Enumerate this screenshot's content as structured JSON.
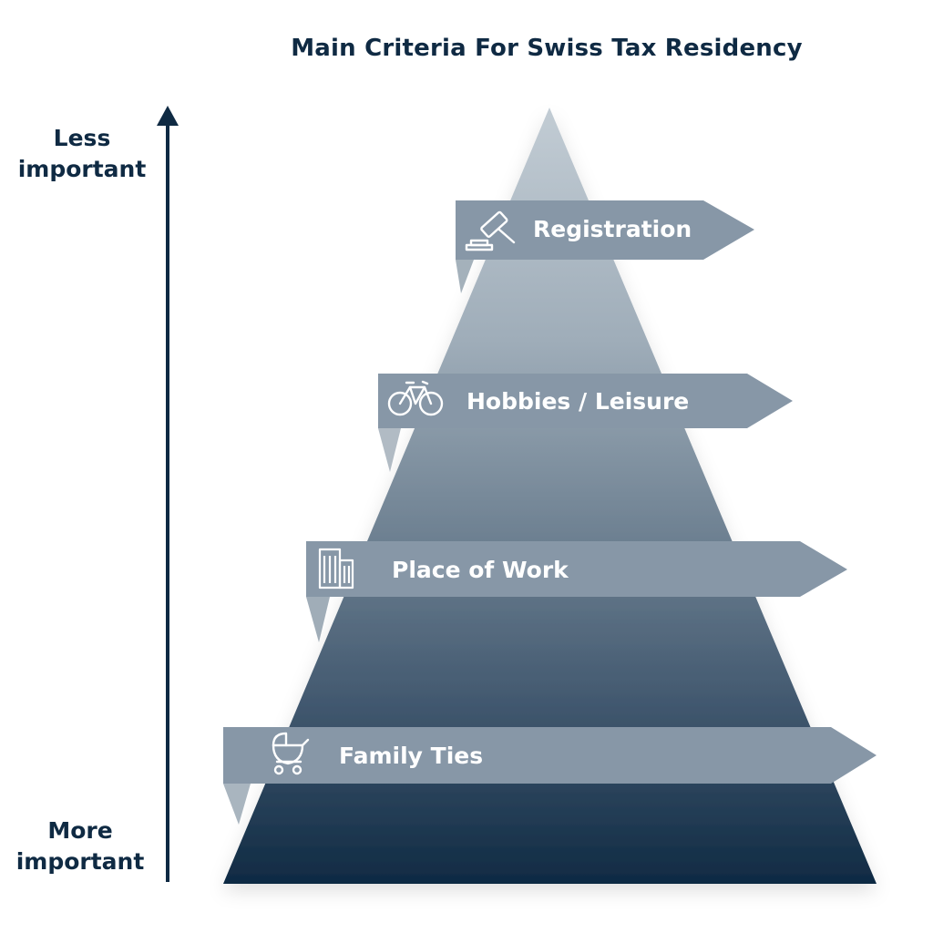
{
  "title": "Main Criteria For Swiss Tax Residency",
  "axis": {
    "top_label_line1": "Less",
    "top_label_line2": "important",
    "bottom_label_line1": "More",
    "bottom_label_line2": "important"
  },
  "criteria": [
    {
      "label": "Registration",
      "icon": "gavel-icon"
    },
    {
      "label": "Hobbies / Leisure",
      "icon": "bicycle-icon"
    },
    {
      "label": "Place of Work",
      "icon": "office-building-icon"
    },
    {
      "label": "Family Ties",
      "icon": "baby-stroller-icon"
    }
  ],
  "colors": {
    "navy": "#0f2a43",
    "banner": "#8797a7",
    "pyramid_top": "#b4c0ca",
    "pyramid_bottom": "#0f2a43"
  }
}
